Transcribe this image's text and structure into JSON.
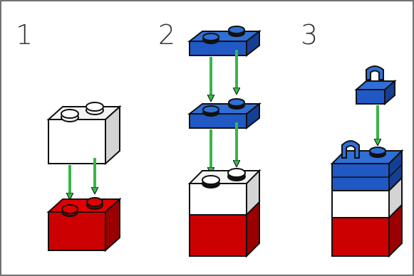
{
  "steps": [
    {
      "number": "1"
    },
    {
      "number": "2"
    },
    {
      "number": "3"
    }
  ],
  "colors": {
    "frame": "#444444",
    "red_top": "#e00000",
    "red_front": "#cc0000",
    "red_side": "#9a0000",
    "white_top": "#f4f4f4",
    "white_front": "#ffffff",
    "white_side": "#d4d4d4",
    "blue_top": "#2f6fd6",
    "blue_front": "#2058c4",
    "blue_side": "#153f94",
    "arrow": "#3ab54a",
    "stud_dark": "#111111",
    "outline": "#111111"
  },
  "icons": {
    "step_1": [
      "white-2x1-brick",
      "red-2x1-brick",
      "down-arrow",
      "down-arrow"
    ],
    "step_2": [
      "blue-2x1-plate",
      "blue-2x1-plate",
      "white-red-stack",
      "down-arrow"
    ],
    "step_3": [
      "blue-clip-plate",
      "blue-clip-on-stack",
      "white-red-stack",
      "down-arrow"
    ]
  }
}
